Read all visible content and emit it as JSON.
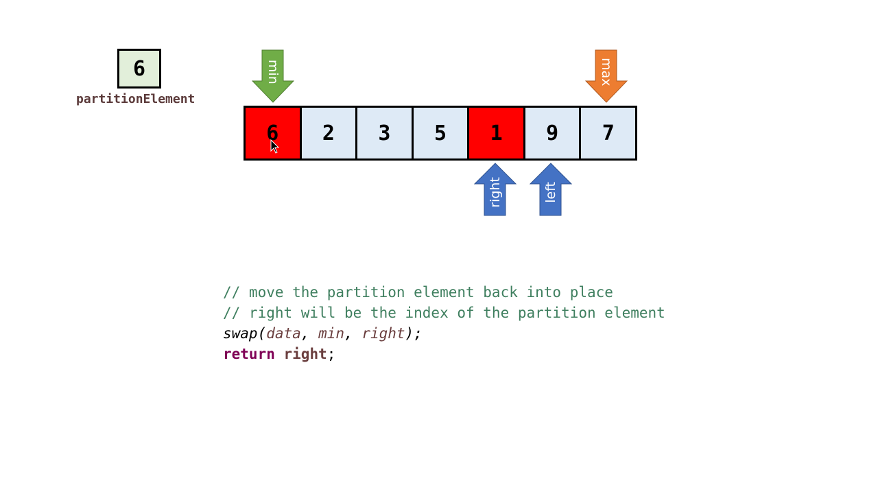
{
  "partition_element": {
    "value": "6",
    "label": "partitionElement"
  },
  "array": {
    "cells": [
      "6",
      "2",
      "3",
      "5",
      "1",
      "9",
      "7"
    ],
    "highlighted_indices": [
      0,
      4
    ],
    "highlight_color": "#ff0000",
    "cell_color": "#deeaf6"
  },
  "pointers": {
    "min": {
      "label": "min",
      "index": 0,
      "direction": "down",
      "color": "#70ad47"
    },
    "max": {
      "label": "max",
      "index": 6,
      "direction": "down",
      "color": "#ed7d31"
    },
    "right": {
      "label": "right",
      "index": 4,
      "direction": "up",
      "color": "#4472c4"
    },
    "left": {
      "label": "left",
      "index": 5,
      "direction": "up",
      "color": "#4472c4"
    }
  },
  "code": {
    "comment1": "// move the partition element back into place",
    "comment2": "// right will be the index of the partition element",
    "swap_fn": "swap(",
    "swap_data": "data",
    "swap_sep1": ", ",
    "swap_min": "min",
    "swap_sep2": ", ",
    "swap_right": "right",
    "swap_end": ");",
    "return_kw": "return",
    "return_var": "right",
    "return_end": ";"
  }
}
